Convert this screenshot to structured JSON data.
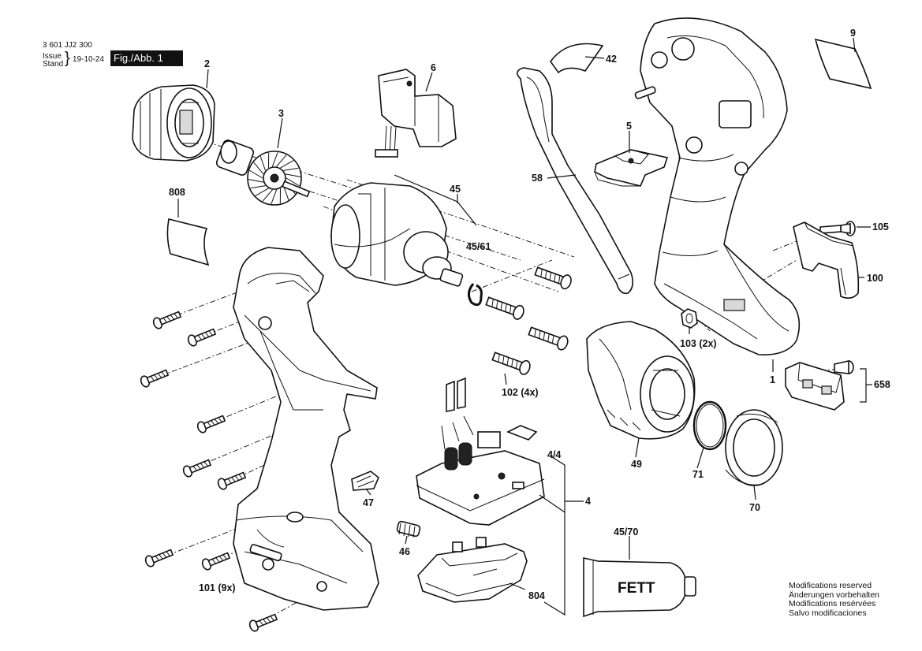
{
  "header": {
    "doc_number": "3 601 JJ2 300",
    "issue_label": "Issue",
    "stand_label": "Stand",
    "date": "19-10-24",
    "figure": "Fig./Abb. 1"
  },
  "labels": {
    "p1": "1",
    "p2": "2",
    "p3": "3",
    "p4": "4",
    "p4_4": "4/4",
    "p5": "5",
    "p6": "6",
    "p9": "9",
    "p42": "42",
    "p45": "45",
    "p45_61": "45/61",
    "p45_70": "45/70",
    "p46": "46",
    "p47": "47",
    "p49": "49",
    "p58": "58",
    "p70": "70",
    "p71": "71",
    "p100": "100",
    "p101": "101 (9x)",
    "p102": "102 (4x)",
    "p103": "103 (2x)",
    "p105": "105",
    "p658": "658",
    "p804": "804",
    "p808": "808"
  },
  "grease_tube_text": "FETT",
  "modifications": [
    "Modifications reserved",
    "Änderungen vorbehalten",
    "Modifications resérvées",
    "Salvo modificaciones"
  ]
}
